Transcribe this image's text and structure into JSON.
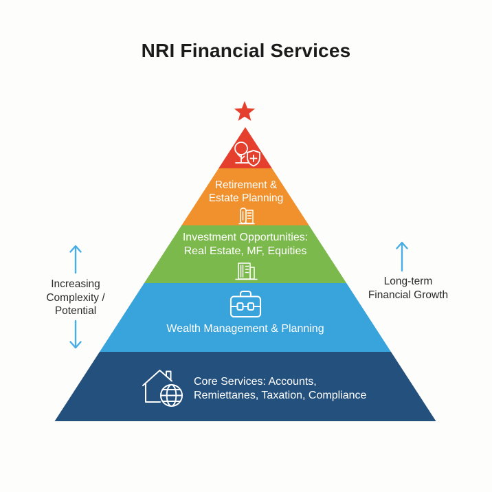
{
  "title": "NRI Financial Services",
  "star": {
    "icon": "star-icon",
    "color": "#E5402E"
  },
  "pyramid": {
    "levels": [
      {
        "name": "peak",
        "icon": "tree-shield-icon",
        "color": "#E5402E"
      },
      {
        "name": "retirement-estate-planning",
        "label": "Retirement &\nEstate Planning",
        "icon": "building-icon",
        "color": "#F0912D"
      },
      {
        "name": "investment-opportunities",
        "label": "Investment Opportunities:\nReal Estate, MF, Equities",
        "icon": "office-building-icon",
        "color": "#7CB94C"
      },
      {
        "name": "wealth-management",
        "label": "Wealth Management & Planning",
        "icon": "briefcase-icon",
        "color": "#39A3DB"
      },
      {
        "name": "core-services",
        "label": "Core Services: Accounts,\nRemiettanes, Taxation, Compliance",
        "icon": "house-globe-icon",
        "color": "#24507D"
      }
    ]
  },
  "annotations": {
    "arrow_color": "#47ADE2",
    "left": {
      "label": "Increasing\nComplexity /\nPotential",
      "icons": [
        "up-arrow-icon",
        "down-arrow-icon"
      ]
    },
    "right": {
      "label": "Long-term\nFinancial Growth",
      "icons": [
        "up-arrow-icon"
      ]
    }
  },
  "colors": {
    "background": "#FDFDFC",
    "title_text": "#1B1B1B",
    "band_text": "#FFFFFF",
    "annotation_text": "#2A2A2A"
  }
}
